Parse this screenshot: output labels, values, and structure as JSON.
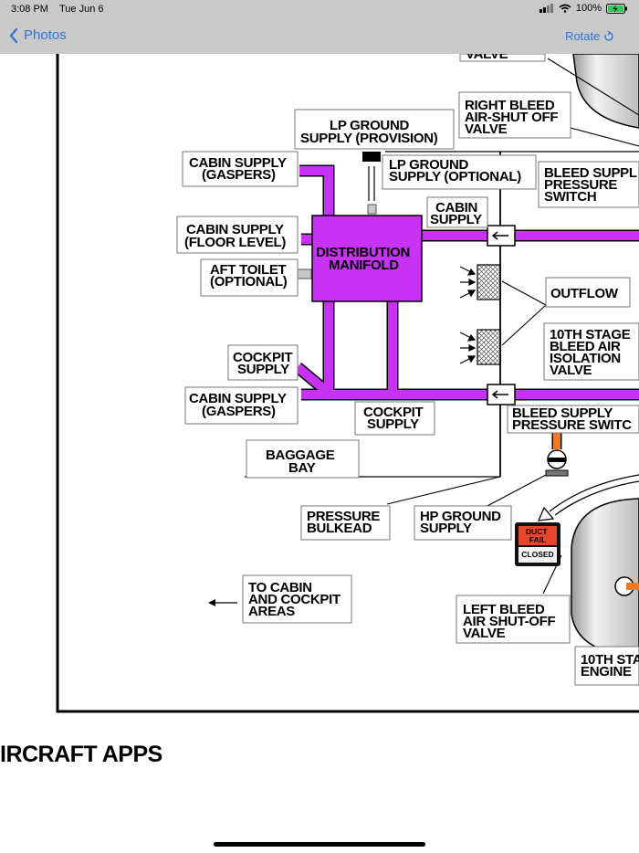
{
  "status": {
    "time": "3:08 PM",
    "date": "Tue Jun 6",
    "battery": "100%"
  },
  "nav": {
    "back_label": "Photos",
    "rotate_label": "Rotate"
  },
  "diagram": {
    "valve_top": "VALVE",
    "right_bleed": [
      "RIGHT BLEED",
      "AIR-SHUT OFF",
      "VALVE"
    ],
    "lp_ground_provision": [
      "LP GROUND",
      "SUPPLY (PROVISION)"
    ],
    "cabin_supply_gaspers_top": [
      "CABIN SUPPLY",
      "(GASPERS)"
    ],
    "lp_ground_optional": [
      "LP GROUND",
      "SUPPLY (OPTIONAL)"
    ],
    "bleed_supply_pressure_switch_top": [
      "BLEED SUPPL",
      "PRESSURE",
      "SWITCH"
    ],
    "cabin_supply_short": [
      "CABIN",
      "SUPPLY"
    ],
    "cabin_supply_floor": [
      "CABIN SUPPLY",
      "(FLOOR LEVEL)"
    ],
    "distribution_manifold": [
      "DISTRIBUTION",
      "MANIFOLD"
    ],
    "aft_toilet": [
      "AFT TOILET",
      "(OPTIONAL)"
    ],
    "outflow": "OUTFLOW",
    "tenth_stage_isolation": [
      "10TH STAGE",
      "BLEED AIR",
      "ISOLATION",
      "VALVE"
    ],
    "cockpit_supply_left": [
      "COCKPIT",
      "SUPPLY"
    ],
    "cabin_supply_gaspers_bottom": [
      "CABIN SUPPLY",
      "(GASPERS)"
    ],
    "cockpit_supply_bottom": [
      "COCKPIT",
      "SUPPLY"
    ],
    "bleed_supply_pressure_switch_bottom": [
      "BLEED SUPPLY",
      "PRESSURE SWITC"
    ],
    "baggage_bay": [
      "BAGGAGE",
      "BAY"
    ],
    "pressure_bulkead": [
      "PRESSURE",
      "BULKEAD"
    ],
    "hp_ground_supply": [
      "HP GROUND",
      "SUPPLY"
    ],
    "duct_fail": {
      "line1": "DUCT",
      "line2": "FAIL",
      "closed": "CLOSED"
    },
    "left_bleed": [
      "LEFT BLEED",
      "AIR SHUT-OFF",
      "VALVE"
    ],
    "to_cabin": [
      "TO CABIN",
      "AND COCKPIT",
      "AREAS"
    ],
    "tenth_stage_engine": [
      "10TH STA",
      "ENGINE"
    ],
    "colors": {
      "manifold": "#c832f4",
      "hp_duct": "#f07a22",
      "duct_fail_red": "#e8452e"
    }
  },
  "footer": {
    "title": "IRCRAFT APPS"
  }
}
